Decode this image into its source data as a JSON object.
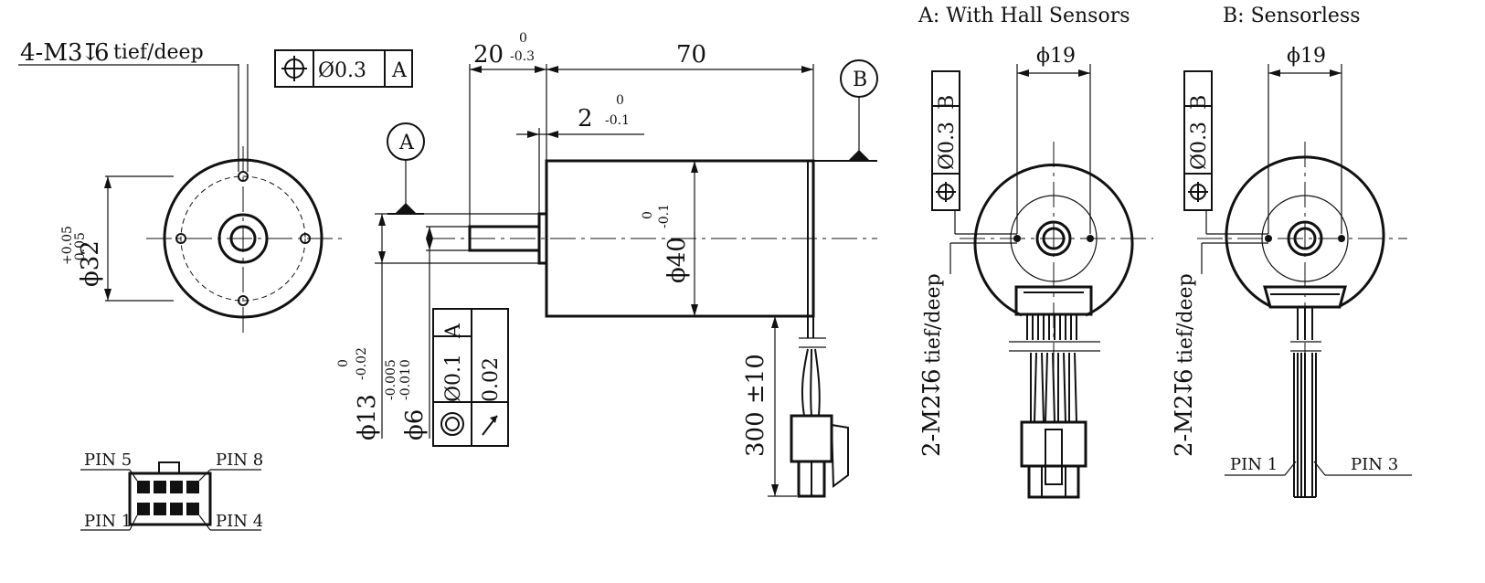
{
  "labels": {
    "thread_callout": "4-M3",
    "thread_depth": "6",
    "tief_deep": "tief/deep",
    "gdt_dia": "Ø0.3",
    "datum_a": "A",
    "datum_b": "B",
    "dim_20": "20",
    "tol_zero": "0",
    "tol_neg_03": "-0.3",
    "dim_70": "70",
    "dim_2": "2",
    "tol_neg_01": "-0.1",
    "dim_40": "ϕ40",
    "dim_32": "ϕ32",
    "tol_pos_005": "+0.05",
    "tol_neg_005": "-0.05",
    "dim_13": "ϕ13",
    "tol_neg_002": "-0.02",
    "dim_6": "ϕ6",
    "tol_neg_0005": "-0.005",
    "tol_neg_0010": "-0.010",
    "gdt_01": "Ø0.1",
    "gdt_002": "0.02",
    "dim_300": "300 ±10",
    "view_a_title": "A: With Hall Sensors",
    "view_b_title": "B: Sensorless",
    "dim_19": "ϕ19",
    "side_callout": "2-M2",
    "side_depth": "6",
    "pin1": "PIN 1",
    "pin3": "PIN 3",
    "pin4": "PIN 4",
    "pin5": "PIN 5",
    "pin8": "PIN 8"
  }
}
